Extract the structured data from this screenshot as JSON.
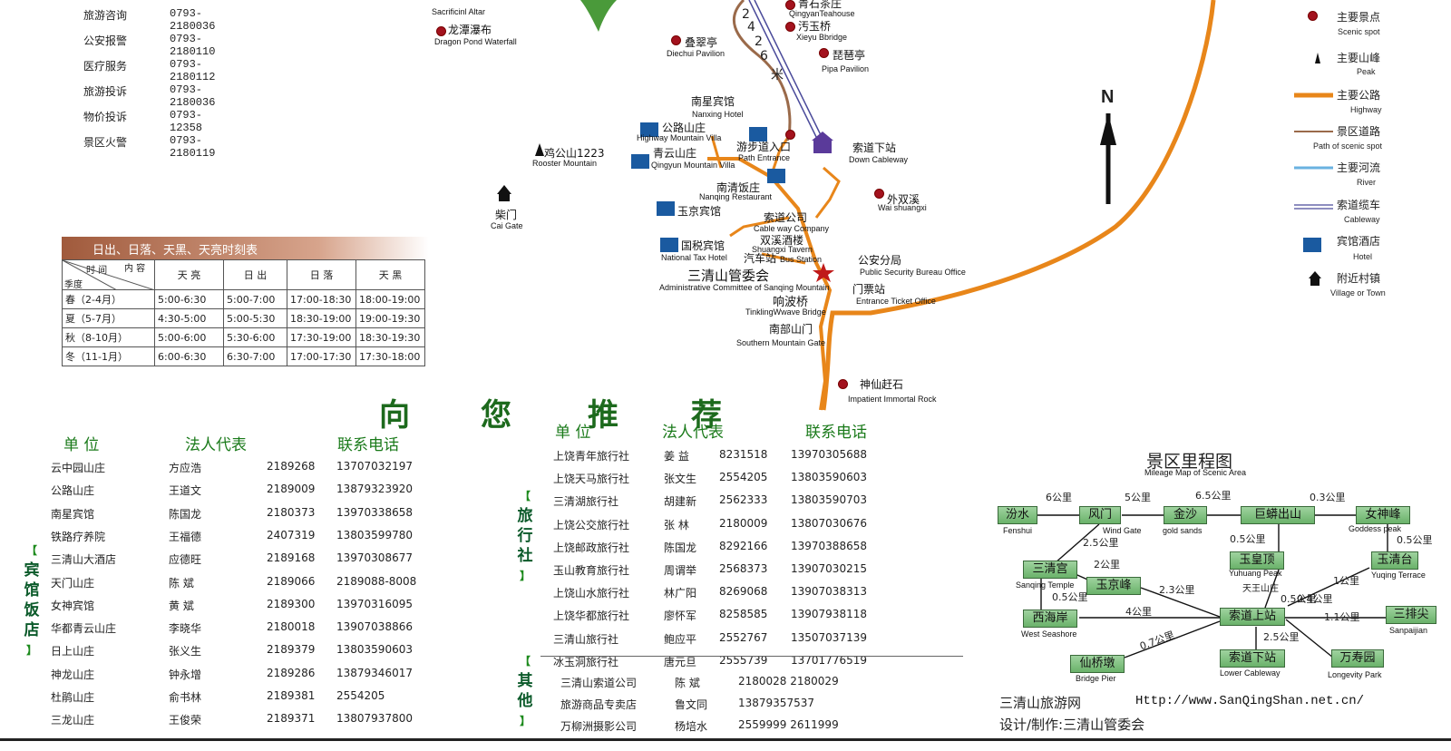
{
  "contacts": [
    {
      "label": "旅游咨询",
      "phone": "0793-2180036"
    },
    {
      "label": "公安报警",
      "phone": "0793-2180110"
    },
    {
      "label": "医疗服务",
      "phone": "0793-2180112"
    },
    {
      "label": "旅游投诉",
      "phone": "0793-2180036"
    },
    {
      "label": "物价投诉",
      "phone": "0793-12358"
    },
    {
      "label": "景区火警",
      "phone": "0793-2180119"
    }
  ],
  "sun_table": {
    "title": "日出、日落、天黑、天亮时刻表",
    "corner_top": "时  间",
    "corner_right": "内  容",
    "corner_bottom": "季度",
    "headers": [
      "天  亮",
      "日  出",
      "日  落",
      "天  黑"
    ],
    "rows": [
      {
        "season": "春（2-4月）",
        "cells": [
          "5:00-6:30",
          "5:00-7:00",
          "17:00-18:30",
          "18:00-19:00"
        ]
      },
      {
        "season": "夏（5-7月）",
        "cells": [
          "4:30-5:00",
          "5:00-5:30",
          "18:30-19:00",
          "19:00-19:30"
        ]
      },
      {
        "season": "秋（8-10月）",
        "cells": [
          "5:00-6:00",
          "5:30-6:00",
          "17:30-19:00",
          "18:30-19:30"
        ]
      },
      {
        "season": "冬（11-1月）",
        "cells": [
          "6:00-6:30",
          "6:30-7:00",
          "17:00-17:30",
          "17:30-18:00"
        ]
      }
    ]
  },
  "recommend": {
    "chars": [
      "向",
      "您",
      "推",
      "荐"
    ],
    "col_unit": "单  位",
    "col_rep": "法人代表",
    "col_phone": "联系电话"
  },
  "hotels": {
    "label_chars": [
      "宾",
      "馆",
      "饭",
      "店"
    ],
    "rows": [
      [
        "云中园山庄",
        "方应浩",
        "2189268",
        "13707032197"
      ],
      [
        "公路山庄",
        "王道文",
        "2189009",
        "13879323920"
      ],
      [
        "南星宾馆",
        "陈国龙",
        "2180373",
        "13970338658"
      ],
      [
        "铁路疗养院",
        "王福德",
        "2407319",
        "13803599780"
      ],
      [
        "三清山大酒店",
        "应德旺",
        "2189168",
        "13970308677"
      ],
      [
        "天门山庄",
        "陈  斌",
        "2189066",
        "2189088-8008"
      ],
      [
        "女神宾馆",
        "黄  斌",
        "2189300",
        "13970316095"
      ],
      [
        "华都青云山庄",
        "李晓华",
        "2180018",
        "13907038866"
      ],
      [
        "日上山庄",
        "张义生",
        "2189379",
        "13803590603"
      ],
      [
        "神龙山庄",
        "钟永增",
        "2189286",
        "13879346017"
      ],
      [
        "杜鹃山庄",
        "俞书林",
        "2189381",
        "2554205"
      ],
      [
        "三龙山庄",
        "王俊荣",
        "2189371",
        "13807937800"
      ]
    ]
  },
  "agencies": {
    "label_chars": [
      "旅",
      "行",
      "社"
    ],
    "rows": [
      [
        "上饶青年旅行社",
        "姜  益",
        "8231518",
        "13970305688"
      ],
      [
        "上饶天马旅行社",
        "张文生",
        "2554205",
        "13803590603"
      ],
      [
        "三清湖旅行社",
        "胡建新",
        "2562333",
        "13803590703"
      ],
      [
        "上饶公交旅行社",
        "张  林",
        "2180009",
        "13807030676"
      ],
      [
        "上饶邮政旅行社",
        "陈国龙",
        "8292166",
        "13970388658"
      ],
      [
        "玉山教育旅行社",
        "周谓举",
        "2568373",
        "13907030215"
      ],
      [
        "上饶山水旅行社",
        "林广阳",
        "8269068",
        "13907038313"
      ],
      [
        "上饶华都旅行社",
        "廖怀军",
        "8258585",
        "13907938118"
      ],
      [
        "三清山旅行社",
        "鲍应平",
        "2552767",
        "13507037139"
      ],
      [
        "冰玉洞旅行社",
        "唐元旦",
        "2555739",
        "13701776519"
      ]
    ]
  },
  "others": {
    "label_chars": [
      "其",
      "他"
    ],
    "rows": [
      [
        "三清山索道公司",
        "陈  斌",
        "2180028  2180029"
      ],
      [
        "旅游商品专卖店",
        "鲁文同",
        "13879357537"
      ],
      [
        "万柳洲摄影公司",
        "杨培水",
        "2559999  2611999"
      ]
    ]
  },
  "map": {
    "labels": [
      {
        "cn": "龙潭瀑布",
        "en": "Dragon Pond Waterfall"
      },
      {
        "cn": "",
        "en": "Sacrificinl Altar"
      },
      {
        "cn": "叠翠亭",
        "en": "Diechui Pavilion"
      },
      {
        "cn": "青石茶庄",
        "en": "QingyanTeahouse"
      },
      {
        "cn": "汚玉桥",
        "en": "Xieyu Bbridge"
      },
      {
        "cn": "琵琶亭",
        "en": "Pipa Pavilion"
      },
      {
        "cn": "南星宾馆",
        "en": "Nanxing Hotel"
      },
      {
        "cn": "公路山庄",
        "en": "Highway Mountain Villa"
      },
      {
        "cn": "青云山庄",
        "en": "Qingyun Mountain Villa"
      },
      {
        "cn": "游步道入口",
        "en": "Path Entrance"
      },
      {
        "cn": "索道下站",
        "en": "Down Cableway"
      },
      {
        "cn": "鸡公山1223",
        "en": "Rooster Mountain"
      },
      {
        "cn": "南清饭庄",
        "en": "Nanqing Restaurant"
      },
      {
        "cn": "外双溪",
        "en": "Wai shuangxi"
      },
      {
        "cn": "柴门",
        "en": "Cai Gate"
      },
      {
        "cn": "玉京宾馆",
        "en": ""
      },
      {
        "cn": "索道公司",
        "en": "Cable way Company"
      },
      {
        "cn": "双溪酒楼",
        "en": "Shuangxi Tavern"
      },
      {
        "cn": "国税宾馆",
        "en": "National Tax Hotel"
      },
      {
        "cn": "汽车站",
        "en": "Bus Station"
      },
      {
        "cn": "公安分局",
        "en": "Public Security Bureau Office"
      },
      {
        "cn": "三清山管委会",
        "en": "Administrative Committee of Sanqing Mountain"
      },
      {
        "cn": "门票站",
        "en": "Entrance Ticket Office"
      },
      {
        "cn": "响波桥",
        "en": "TinklingWwave Bridge"
      },
      {
        "cn": "南部山门",
        "en": "Southern Mountain Gate"
      },
      {
        "cn": "神仙赶石",
        "en": "Impatient Immortal Rock"
      }
    ],
    "cable_text": [
      "2",
      "4",
      "2",
      "6",
      "米"
    ],
    "north": "N"
  },
  "legend": [
    {
      "cn": "主要景点",
      "en": "Scenic spot",
      "icon": "spot-icon"
    },
    {
      "cn": "主要山峰",
      "en": "Peak",
      "icon": "peak-icon"
    },
    {
      "cn": "主要公路",
      "en": "Highway",
      "icon": "highway-line",
      "color": "#e8861a"
    },
    {
      "cn": "景区道路",
      "en": "Path of scenic spot",
      "icon": "path-line",
      "color": "#9a6a4a"
    },
    {
      "cn": "主要河流",
      "en": "River",
      "icon": "river-line",
      "color": "#6ab2e0"
    },
    {
      "cn": "索道缆车",
      "en": "Cableway",
      "icon": "cableway-line",
      "color": "#4a4a9a"
    },
    {
      "cn": "宾馆酒店",
      "en": "Hotel",
      "icon": "hotel-icon"
    },
    {
      "cn": "附近村镇",
      "en": "Village or Town",
      "icon": "village-icon"
    }
  ],
  "mileage": {
    "title": "景区里程图",
    "subtitle": "Mileage Map of Scenic Area",
    "nodes": [
      {
        "cn": "汾水",
        "en": "Fenshui"
      },
      {
        "cn": "风门",
        "en": "Wind Gate"
      },
      {
        "cn": "金沙",
        "en": "gold sands"
      },
      {
        "cn": "巨蟒出山",
        "en": ""
      },
      {
        "cn": "女神峰",
        "en": "Goddess peak"
      },
      {
        "cn": "三清宫",
        "en": "Sanqing Temple"
      },
      {
        "cn": "玉皇顶",
        "en": "Yuhuang Peak"
      },
      {
        "cn": "玉清台",
        "en": "Yuqing Terrace"
      },
      {
        "cn": "玉京峰",
        "en": ""
      },
      {
        "cn": "西海岸",
        "en": "West Seashore"
      },
      {
        "cn": "索道上站",
        "en": ""
      },
      {
        "cn": "三排尖",
        "en": "Sanpaijian"
      },
      {
        "cn": "仙桥墩",
        "en": "Bridge Pier"
      },
      {
        "cn": "索道下站",
        "en": "Lower Cableway"
      },
      {
        "cn": "万寿园",
        "en": "Longevity Park"
      }
    ],
    "distances": [
      "6公里",
      "5公里",
      "6.5公里",
      "0.3公里",
      "2.5公里",
      "0.5公里",
      "0.5公里",
      "2公里",
      "2.3公里",
      "天王山庄",
      "0.5公里",
      "0.4公里",
      "1公里",
      "4公里",
      "1.1公里",
      "0.5公里",
      "2.5公里",
      "0.7公里"
    ]
  },
  "footer": {
    "site_label": "三清山旅游网",
    "url": "Http://www.SanQingShan.net.cn/",
    "credit": "设计/制作:三清山管委会"
  }
}
